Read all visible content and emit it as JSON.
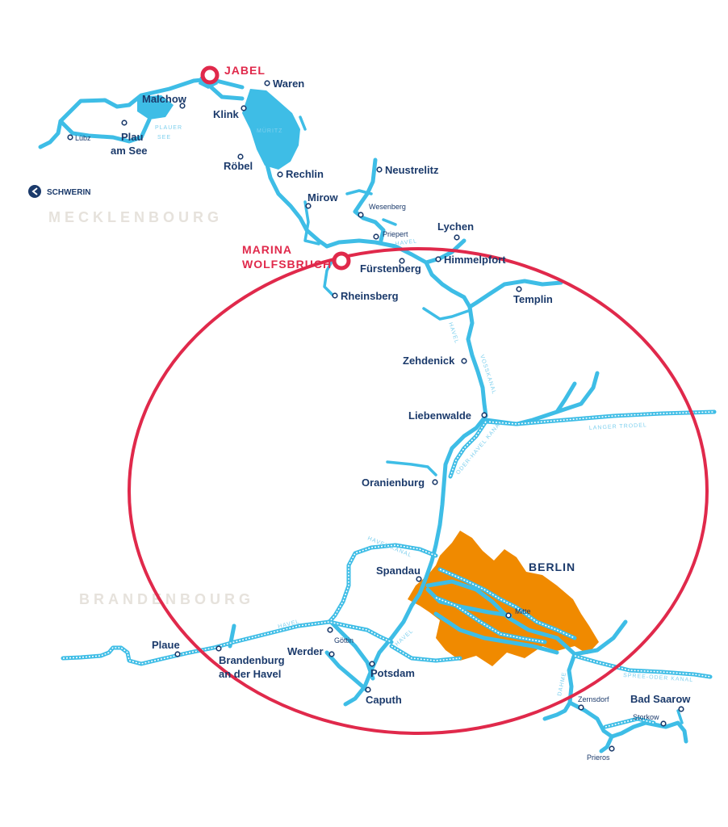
{
  "map": {
    "regions": [
      "MECKLENBOURG",
      "BRANDENBOURG"
    ],
    "bases": [
      "JABEL",
      "MARINA WOLFSBRUCH"
    ],
    "direction": {
      "label": "SCHWERIN",
      "icon": "arrow-left-icon"
    },
    "city": {
      "name": "BERLIN",
      "district": "Mitte"
    },
    "towns": {
      "waren": "Waren",
      "malchow": "Malchow",
      "klink": "Klink",
      "plau": "Plau am See",
      "lubz": "Lübz",
      "robel": "Röbel",
      "rechlin": "Rechlin",
      "neustrelitz": "Neustrelitz",
      "mirow": "Mirow",
      "wesenberg": "Wesenberg",
      "priepert": "Priepert",
      "lychen": "Lychen",
      "furstenberg": "Fürstenberg",
      "himmelpfort": "Himmelpfort",
      "rheinsberg": "Rheinsberg",
      "templin": "Templin",
      "zehdenick": "Zehdenick",
      "liebenwalde": "Liebenwalde",
      "oranienburg": "Oranienburg",
      "spandau": "Spandau",
      "plaue": "Plaue",
      "brandenburg": "Brandenburg an der Havel",
      "werder": "Werder",
      "gottin": "Göttin",
      "potsdam": "Potsdam",
      "caputh": "Caputh",
      "zernsdorf": "Zernsdorf",
      "bad_saarow": "Bad Saarow",
      "storkow": "Storkow",
      "prieros": "Prieros"
    },
    "waterways": {
      "muritz": "MÜRITZ",
      "plauer_see": "PLAUER SEE",
      "havel": "HAVEL",
      "vosskanal": "VOSSKANAL",
      "oder_havel": "ODER-HAVEL KANAL",
      "langer_trodel": "LANGER TRODEL",
      "havel_kanal": "HAVEL-KANAL",
      "spree_oder": "SPREE-ODER KANAL",
      "dahme": "DAHME"
    },
    "colors": {
      "water": "#3ebde6",
      "city": "#f08a00",
      "accent": "#e0294b",
      "text": "#1b3a6b"
    }
  }
}
